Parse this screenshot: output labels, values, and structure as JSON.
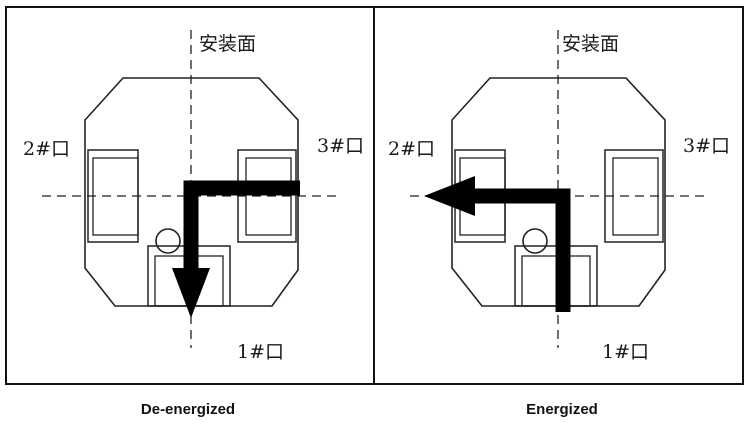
{
  "panels": [
    {
      "mount_label": "安装面",
      "port_left": "2#口",
      "port_right": "3#口",
      "port_bottom": "1#口",
      "caption": "De-energized"
    },
    {
      "mount_label": "安装面",
      "port_left": "2#口",
      "port_right": "3#口",
      "port_bottom": "1#口",
      "caption": "Energized"
    }
  ]
}
